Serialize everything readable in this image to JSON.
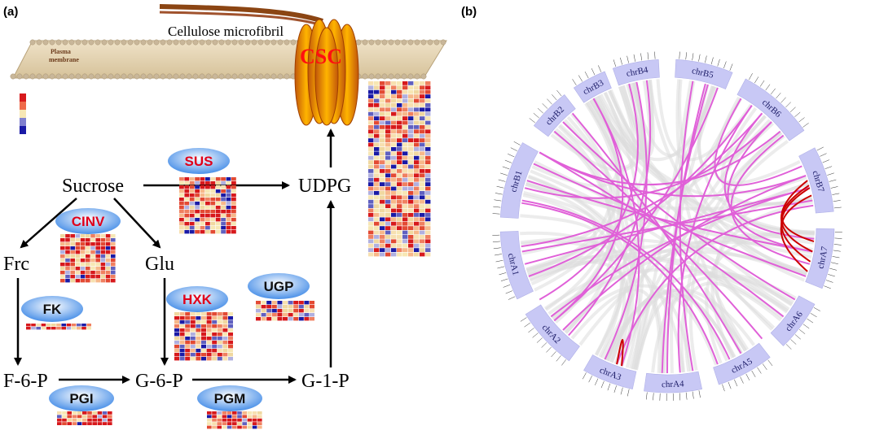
{
  "panel_a": {
    "label": "(a)",
    "cellulose_label": "Cellulose microfibril",
    "membrane_label": "Plasma membrane",
    "membrane_label_line1": "Plasma",
    "membrane_label_line2": "membrane",
    "csc_label": "CSC",
    "metabolites": {
      "sucrose": "Sucrose",
      "udpg": "UDPG",
      "frc": "Frc",
      "glu": "Glu",
      "f6p": "F-6-P",
      "g6p": "G-6-P",
      "g1p": "G-1-P"
    },
    "enzymes": {
      "sus": "SUS",
      "cinv": "CINV",
      "hxk": "HXK",
      "fk": "FK",
      "ugp": "UGP",
      "pgi": "PGI",
      "pgm": "PGM"
    },
    "colors": {
      "enzyme_red": "#e0001a",
      "enzyme_black": "#101010",
      "heat_high": "#d7191c",
      "heat_mid": "#f7e7b4",
      "heat_low": "#1a1aa6",
      "csc_orange": "#e8720c",
      "cellulose_brown": "#8b4513"
    }
  },
  "panel_b": {
    "label": "(b)",
    "chromosomes": [
      "chrB4",
      "chrB5",
      "chrB6",
      "chrB7",
      "chrA7",
      "chrA6",
      "chrA5",
      "chrA4",
      "chrA3",
      "chrA2",
      "chrA1",
      "chrB1",
      "chrB2",
      "chrB3"
    ],
    "colors": {
      "chromosome_block": "#c8c8f5",
      "synteny_gray": "#dcdcdc",
      "synteny_pink": "#e060d8",
      "synteny_red": "#cc0000"
    }
  }
}
